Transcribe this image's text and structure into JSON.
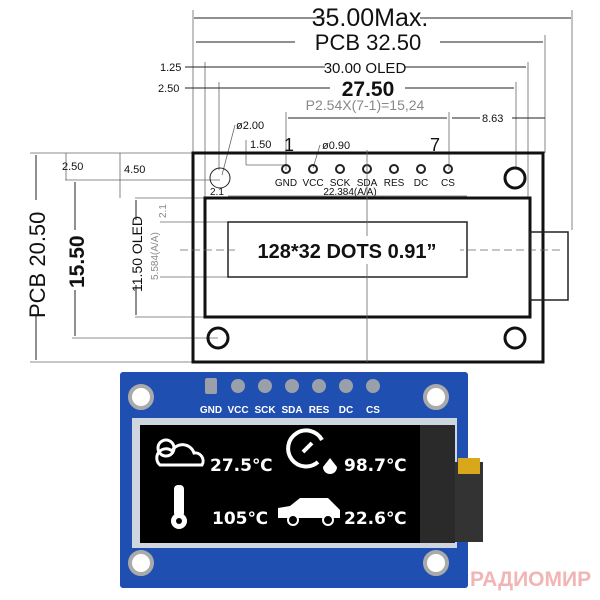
{
  "drawing": {
    "overall_width": "35.00Max.",
    "pcb_width": "PCB 32.50",
    "oled_width": "30.00 OLED",
    "hole_spacing": "27.50",
    "pin_pitch": "P2.54X(7-1)=15,24",
    "offset_1_25": "1.25",
    "offset_2_50_top": "2.50",
    "right_offset": "8.63",
    "hole_diameter": "ø2.00",
    "pin_offset": "1.50",
    "pin_diameter": "ø0.90",
    "pin_first": "1",
    "pin_last": "7",
    "active_width": "22.384(A/A)",
    "aa_margin": "2.1",
    "aa_margin_v": "2.1",
    "pcb_height": "PCB 20.50",
    "hole_spacing_v": "15.50",
    "oled_height": "11.50 OLED",
    "active_height": "5.584(A/A)",
    "offset_2_50_left": "2.50",
    "offset_4_50": "4.50",
    "display_spec": "128*32 DOTS 0.91”",
    "pins": [
      "GND",
      "VCC",
      "SCK",
      "SDA",
      "RES",
      "DC",
      "CS"
    ]
  },
  "photo": {
    "pins": [
      "GND",
      "VCC",
      "SCK",
      "SDA",
      "RES",
      "DC",
      "CS"
    ],
    "readings": {
      "weather": "27.5℃",
      "humidity": "98.7℃",
      "thermometer": "105℃",
      "vehicle": "22.6℃"
    },
    "watermark": "РАДИОМИР",
    "board_color": "#1f4fb0"
  }
}
